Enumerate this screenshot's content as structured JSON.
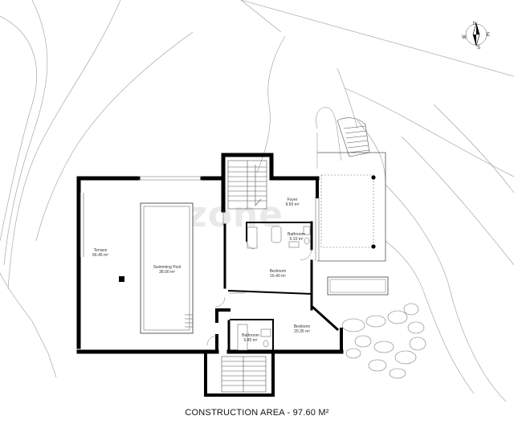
{
  "watermark": "zone",
  "compass": {
    "n": "N",
    "e": "E",
    "s": "S",
    "w": "W"
  },
  "rooms": {
    "terrace": {
      "name": "Terrace",
      "area": "66.45 m²"
    },
    "pool": {
      "name": "Swimming Pool",
      "area": "38.00 m²"
    },
    "foyer": {
      "name": "Foyer",
      "area": "9.50 m²"
    },
    "bathroom1": {
      "name": "Bathroom",
      "area": "5.10 m²"
    },
    "bedroom1": {
      "name": "Bedroom",
      "area": "16.40 m²"
    },
    "bedroom2": {
      "name": "Bedroom",
      "area": "20.35 m²"
    },
    "bathroom2": {
      "name": "Bathroom",
      "area": "5.80 m²"
    }
  },
  "footer": {
    "construction_area": "CONSTRUCTION AREA - 97.60 M²"
  }
}
